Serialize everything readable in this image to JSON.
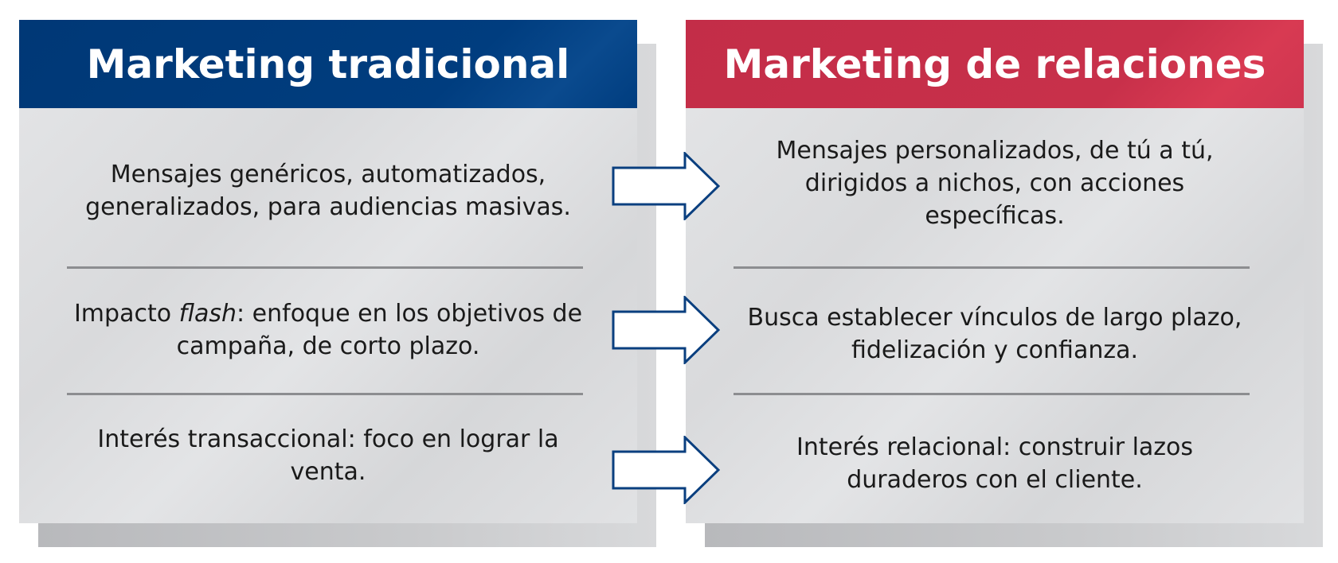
{
  "left": {
    "title": "Marketing tradicional",
    "rows": [
      {
        "text": "Mensajes genéricos, automatizados, generalizados, para audiencias masivas."
      },
      {
        "pre": "Impacto ",
        "em": "flash",
        "post": ": enfoque en los objetivos de campaña, de corto plazo."
      },
      {
        "text": "Interés transaccional: foco en lograr la venta."
      }
    ]
  },
  "right": {
    "title": "Marketing de relaciones",
    "rows": [
      {
        "text": "Mensajes personalizados, de tú a tú, dirigidos a nichos, con acciones específicas."
      },
      {
        "text": "Busca establecer vínculos de largo plazo, fidelización y confianza."
      },
      {
        "text": "Interés relacional: construir lazos duraderos con el cliente."
      }
    ]
  },
  "colors": {
    "left_header": "#003d7f",
    "right_header": "#c8304a",
    "arrow_stroke": "#0a3f7f",
    "arrow_fill": "#ffffff"
  },
  "icons": {
    "arrow": "arrow-right-icon"
  }
}
